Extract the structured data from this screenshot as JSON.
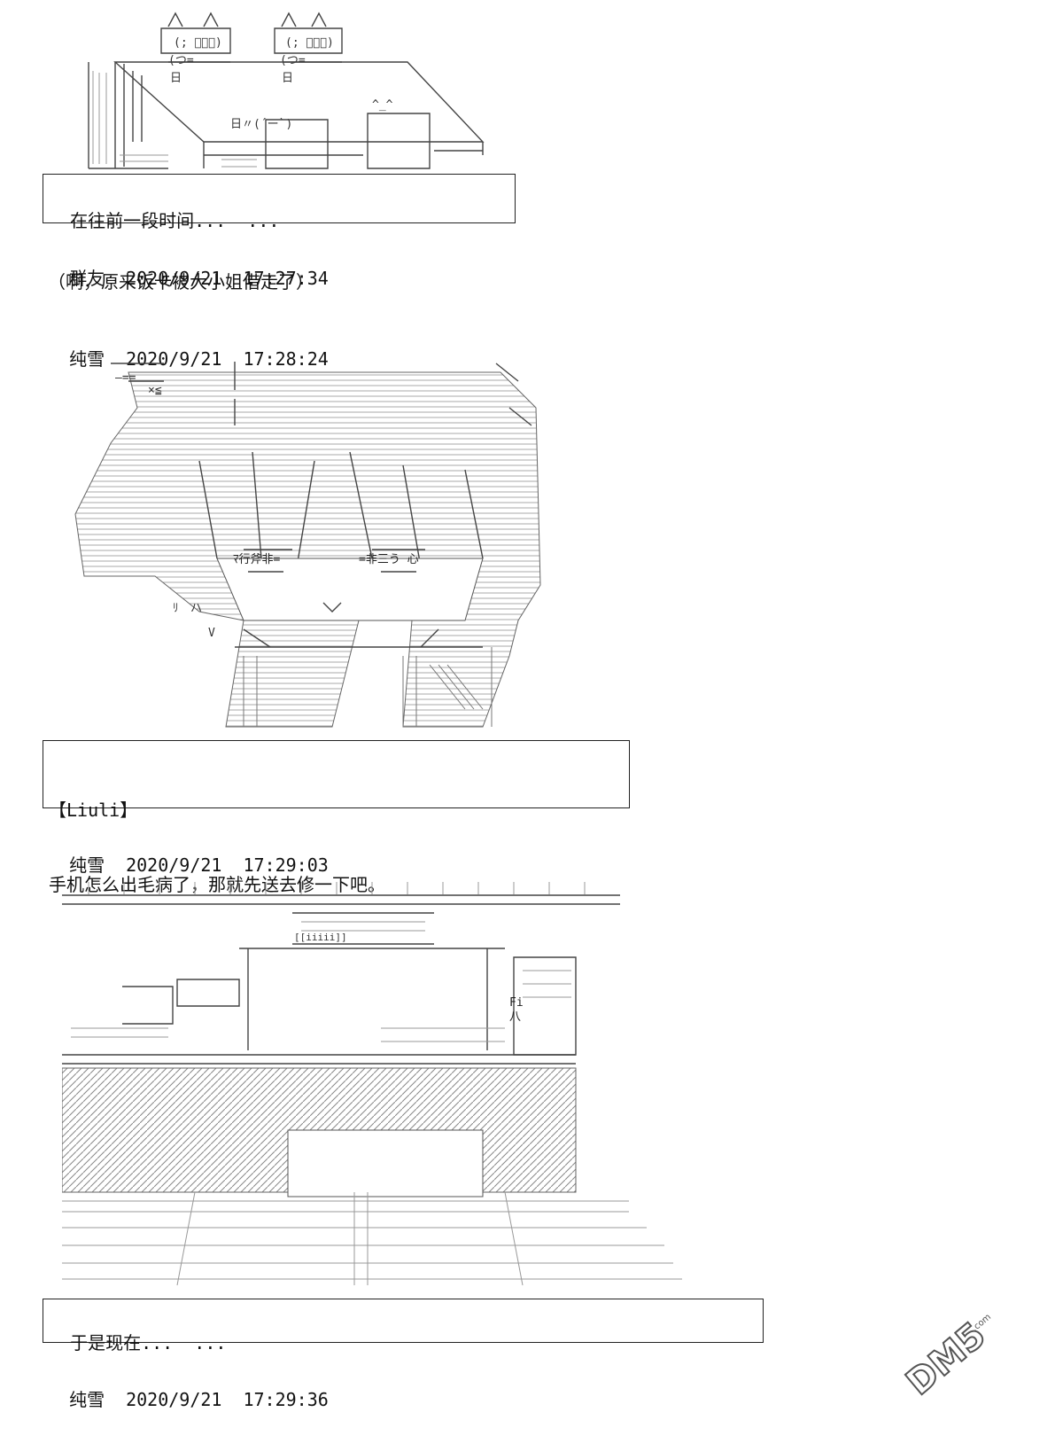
{
  "captions": [
    {
      "text": "在往前一段时间...  ..."
    },
    {
      "speaker": "【Liuli】",
      "text": "手机怎么出毛病了，那就先送去修一下吧。"
    },
    {
      "text": "于是现在...  ..."
    }
  ],
  "posts": [
    {
      "name": "群友",
      "date": "2020/9/21",
      "time": "17:27:34",
      "body": "（啊，原来饭卡被大小姐借走了）"
    },
    {
      "name": "纯雪",
      "date": "2020/9/21",
      "time": "17:28:24"
    },
    {
      "name": "纯雪",
      "date": "2020/9/21",
      "time": "17:29:03"
    },
    {
      "name": "纯雪",
      "date": "2020/9/21",
      "time": "17:29:36"
    }
  ],
  "art_text": {
    "scene1": [
      "(; ゚ｰﾟ)",
      "(つ=",
      "日",
      "日〃(´ー`)",
      "^_^"
    ],
    "scene2": [
      "―==",
      "×≦",
      "ﾘ",
      "ハ",
      "V"
    ],
    "scene3": [
      "Fi",
      "八",
      "[[iiiii]]"
    ]
  },
  "watermark": "DM5.com",
  "colors": {
    "ink": "#222222",
    "bg": "#ffffff"
  }
}
